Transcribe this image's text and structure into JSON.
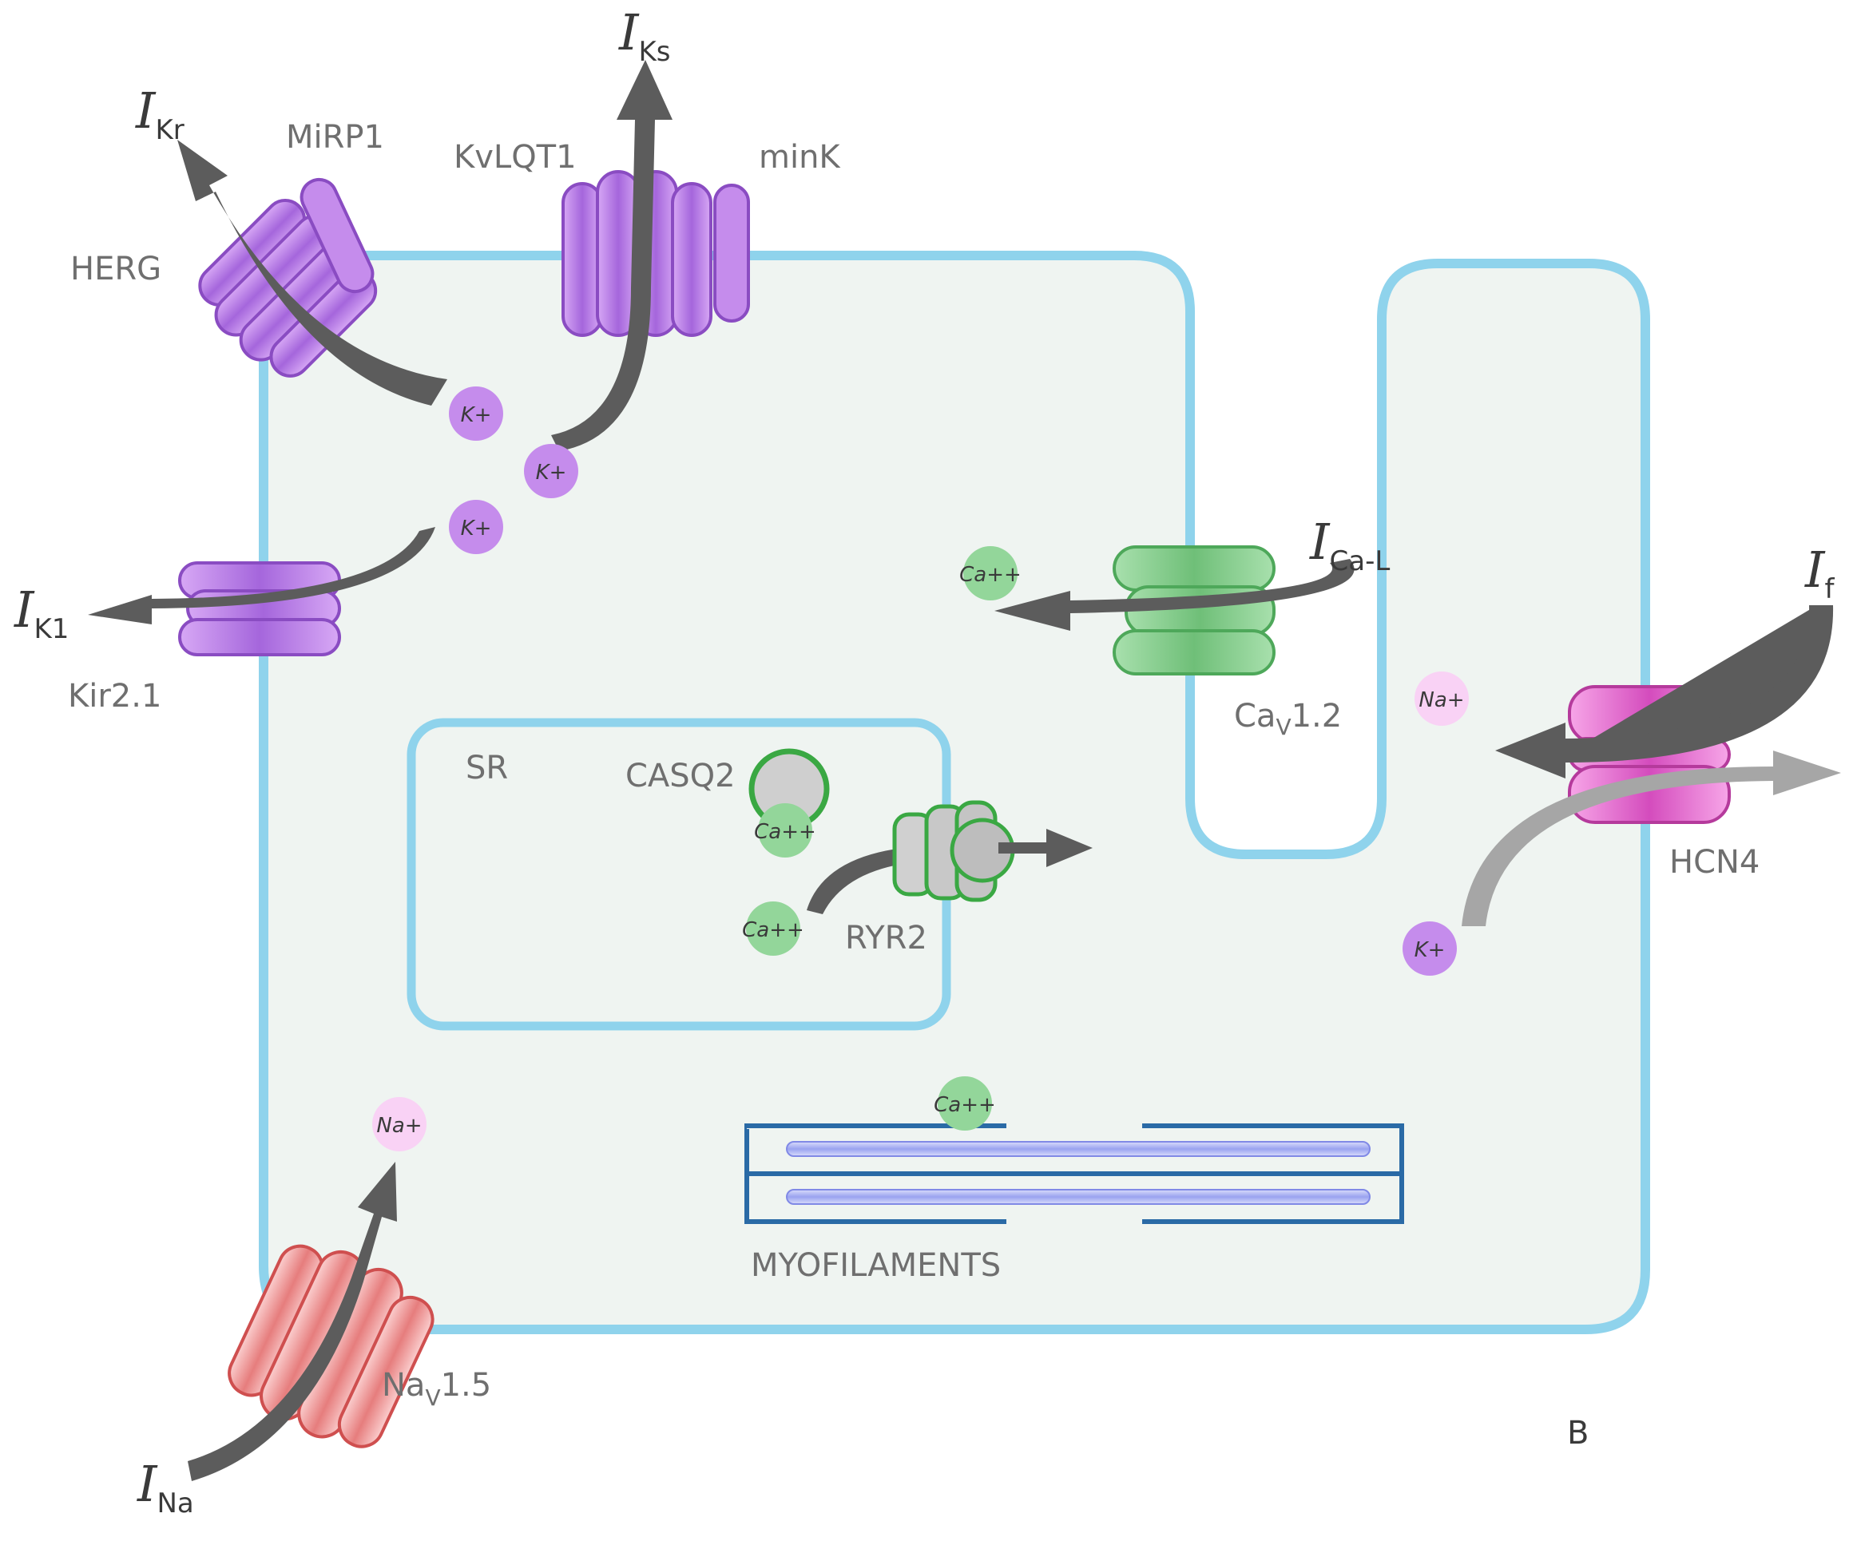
{
  "colors": {
    "membrane": "#8fd3ec",
    "cytoplasm": "#eff4f1",
    "potassium_channel": "#c58cec",
    "potassium_stroke": "#8a4cc2",
    "calcium_channel": "#93d69a",
    "calcium_stroke": "#4ea85a",
    "sodium_channel": "#f6b9b9",
    "sodium_stroke": "#cf4f4f",
    "hcn_channel": "#f07ad8",
    "hcn_stroke": "#b53a9c",
    "ryr_stroke": "#3aa843",
    "myofilament": "#2a6aa6",
    "arrow": "#5c5c5c",
    "arrow_light": "#a6a6a6"
  },
  "currents": {
    "ikr": {
      "main": "I",
      "sub": "Kr"
    },
    "iks": {
      "main": "I",
      "sub": "Ks"
    },
    "ik1": {
      "main": "I",
      "sub": "K1"
    },
    "ical": {
      "main": "I",
      "sub": "Ca-L"
    },
    "if": {
      "main": "I",
      "sub": "f"
    },
    "ina": {
      "main": "I",
      "sub": "Na"
    }
  },
  "channels": {
    "herg": "HERG",
    "mirp1": "MiRP1",
    "kvlqt1": "KvLQT1",
    "mink": "minK",
    "kir21": "Kir2.1",
    "cav12": {
      "base": "Ca",
      "sub": "V",
      "suffix": "1.2"
    },
    "hcn4": "HCN4",
    "nav15": {
      "base": "Na",
      "sub": "V",
      "suffix": "1.5"
    }
  },
  "sr": {
    "label": "SR",
    "casq2": "CASQ2",
    "ryr2": "RYR2"
  },
  "myofilaments": "MYOFILAMENTS",
  "ions": {
    "k": "K+",
    "ca": "Ca++",
    "na": "Na+"
  },
  "panel_letter": "B"
}
